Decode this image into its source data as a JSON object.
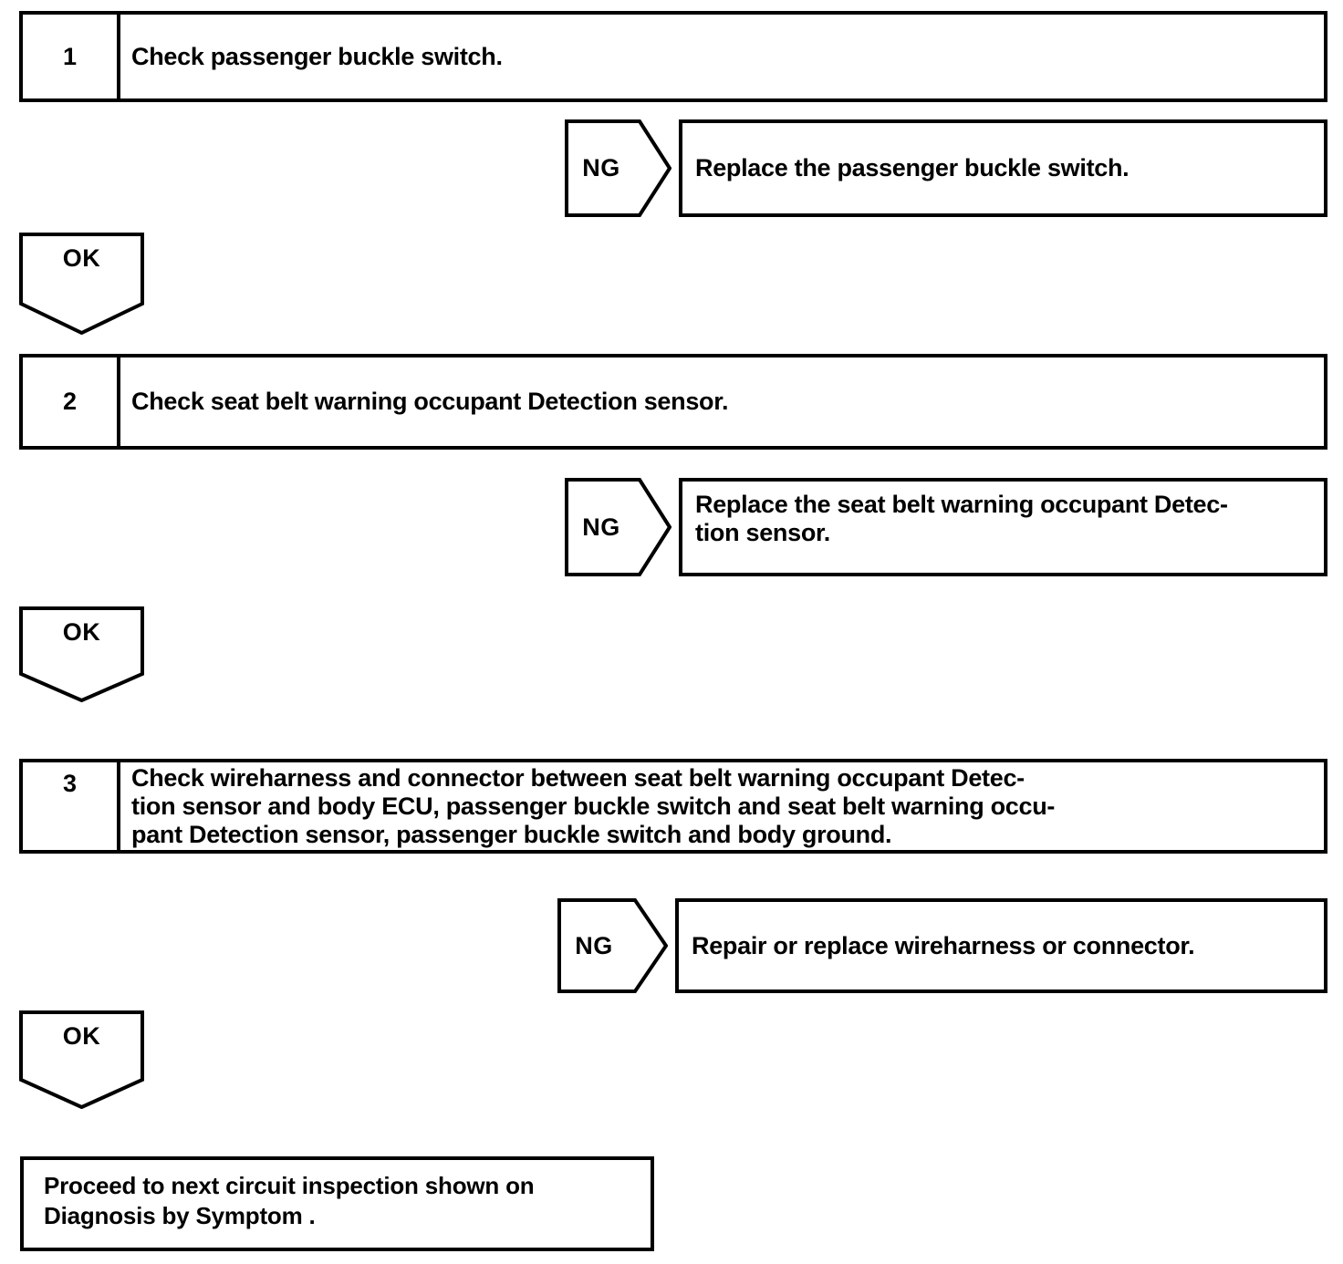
{
  "document": {
    "type": "diagnostic-troubleshooting-flowchart",
    "title": "Seat belt warning circuit inspection"
  },
  "steps": [
    {
      "number": "1",
      "instruction": "Check passenger buckle switch.",
      "ng": {
        "label": "NG",
        "action": "Replace the passenger buckle switch."
      },
      "ok": {
        "label": "OK"
      }
    },
    {
      "number": "2",
      "instruction": "Check seat belt warning occupant Detection sensor.",
      "ng": {
        "label": "NG",
        "action_line1": "Replace the seat belt warning occupant Detec-",
        "action_line2": "tion sensor."
      },
      "ok": {
        "label": "OK"
      }
    },
    {
      "number": "3",
      "instruction_line1": "Check wireharness and connector between seat belt warning occupant Detec-",
      "instruction_line2": "tion sensor and body ECU, passenger buckle switch and seat belt warning occu-",
      "instruction_line3": "pant Detection sensor, passenger buckle switch and body ground.",
      "ng": {
        "label": "NG",
        "action": "Repair or replace wireharness or connector."
      },
      "ok": {
        "label": "OK"
      }
    }
  ],
  "terminal": {
    "line1": "Proceed to next circuit inspection shown on",
    "line2": "Diagnosis by Symptom ."
  },
  "colors": {
    "stroke": "#000000",
    "fill": "#ffffff",
    "text": "#000000"
  }
}
